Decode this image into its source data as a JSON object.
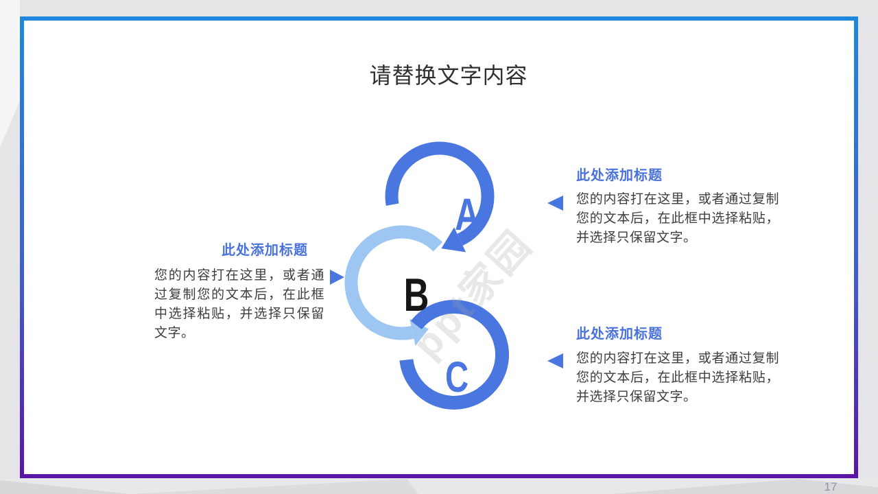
{
  "slide": {
    "title": "请替换文字内容",
    "page_number": "17",
    "watermark_text": "ppt家园"
  },
  "colors": {
    "accent_blue": "#4a76e0",
    "light_blue": "#9ec6f2",
    "heading_blue": "#4a72dc",
    "title_text": "#2f2f2f",
    "body_text": "#3d3d3d",
    "letter_b": "#161616",
    "border_top": "#1d87de",
    "border_mid": "#3f5ed4",
    "border_bottom": "#5a14a8",
    "page_bg": "#e5e5e7",
    "page_number_gray": "#8e949c"
  },
  "diagram": {
    "letters": [
      "A",
      "B",
      "C"
    ]
  },
  "blocks": [
    {
      "heading": "此处添加标题",
      "body": "您的内容打在这里，或者通过复制您的文本后，在此框中选择粘贴，并选择只保留文字。"
    },
    {
      "heading": "此处添加标题",
      "body": "您的内容打在这里，或者通过复制您的文本后，在此框中选择粘贴，并选择只保留文字。"
    },
    {
      "heading": "此处添加标题",
      "body": "您的内容打在这里，或者通过复制您的文本后，在此框中选择粘贴，并选择只保留文字。"
    }
  ]
}
